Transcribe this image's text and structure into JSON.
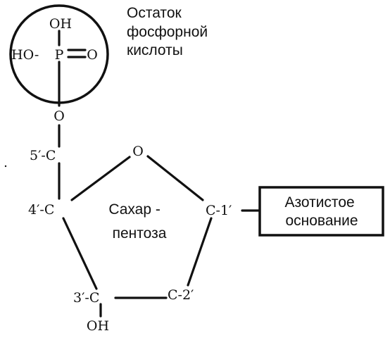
{
  "phosphate": {
    "oh_top": "OH",
    "ho_left": "HO-",
    "p": "P",
    "o_right": "O",
    "o_bridge": "O",
    "label_lines": [
      "Остаток",
      "фосфорной",
      "кислоты"
    ]
  },
  "sugar": {
    "c5": "5′-C",
    "ring_o": "O",
    "c4": "4′-C",
    "c1": "C-1′",
    "c3": "3′-C",
    "c3_oh": "OH",
    "c2": "C-2′",
    "label_lines": [
      "Сахар -",
      "пентоза"
    ]
  },
  "base": {
    "label_lines": [
      "Азотистое",
      "основание"
    ]
  }
}
